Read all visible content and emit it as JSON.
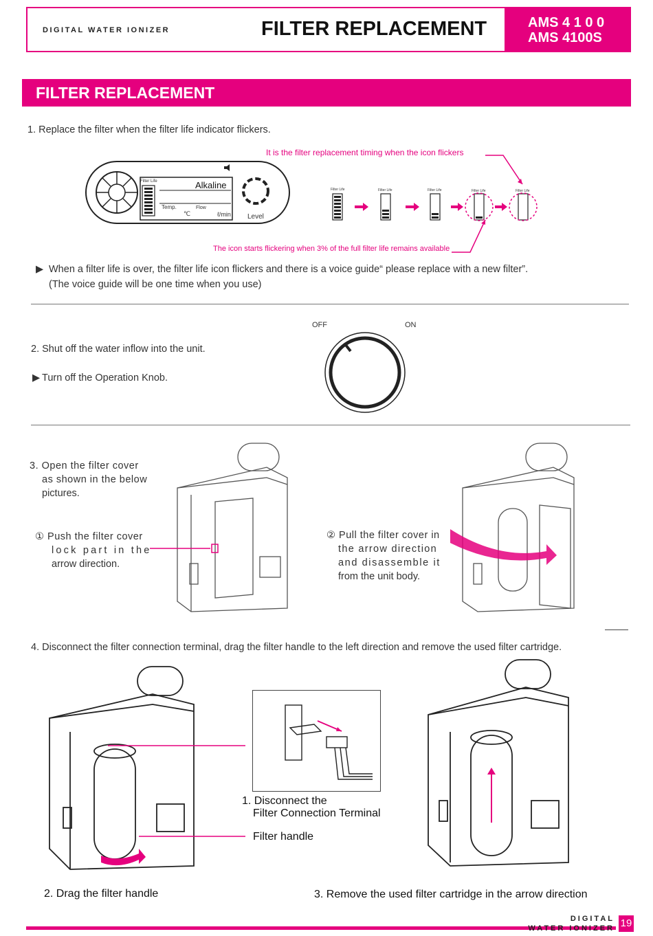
{
  "header": {
    "brand": "DIGITAL WATER IONIZER",
    "title": "FILTER REPLACEMENT",
    "model1": "AMS 4 1 0 0",
    "model2": "AMS 4100S"
  },
  "section": {
    "title": "FILTER REPLACEMENT"
  },
  "step1": {
    "text": "1. Replace the filter when the filter life indicator flickers.",
    "callout_top": "It is the filter replacement timing when the icon flickers",
    "callout_bottom": "The icon starts flickering when 3% of the full filter life remains available",
    "note1": "When a filter life is over, the filter life icon flickers and there is a voice guide“ please replace with a new filter”.",
    "note2": "(The voice guide will be one time when you use)",
    "display": {
      "filter_life": "Filter Life",
      "mode": "Alkaline",
      "temp": "Temp.",
      "temp_unit": "℃",
      "flow": "Flow",
      "flow_unit": "ℓ/min",
      "level": "Level"
    },
    "indicator_label": "Filter Life"
  },
  "step2": {
    "text": "2. Shut off the water inflow into the unit.",
    "note": "Turn off the Operation Knob.",
    "off": "OFF",
    "on": "ON"
  },
  "step3": {
    "line1": "3. Open the filter cover",
    "line2": "as shown in the below",
    "line3": "pictures.",
    "sub1_a": "① Push the filter cover",
    "sub1_b": "lock part in the",
    "sub1_c": "arrow direction.",
    "sub2_a": "② Pull the filter cover in",
    "sub2_b": "the arrow direction",
    "sub2_c": "and disassemble it",
    "sub2_d": "from the unit body."
  },
  "step4": {
    "text": "4. Disconnect the filter connection terminal, drag the filter handle to the left direction and remove the used filter cartridge.",
    "c1_a": "1. Disconnect the",
    "c1_b": "Filter Connection Terminal",
    "handle": "Filter handle",
    "c2": "2. Drag the filter handle",
    "c3": "3. Remove the used filter cartridge in the arrow direction"
  },
  "footer": {
    "brand1": "DIGITAL",
    "brand2": "WATER IONIZER",
    "page": "19"
  }
}
